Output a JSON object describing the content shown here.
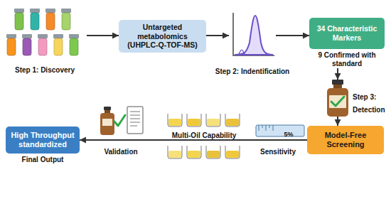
{
  "diagram": {
    "nodes": [
      {
        "text": [
          "Step 1: Discovery"
        ]
      },
      {
        "text": [
          "Untargeted metabolomics (UHPLC-Q-TOF-MS)"
        ]
      },
      {
        "text": [
          "Step 2: Indentification"
        ]
      },
      {
        "text": [
          "34 Characteristic Markers",
          "9 Confirmed with standard"
        ]
      },
      {
        "text": [
          "Step 3: Detection"
        ]
      },
      {
        "text": [
          "Model-Free Screening"
        ]
      },
      {
        "text": [
          "High Throughput standardized",
          "Final Output"
        ]
      }
    ],
    "edges": [
      {
        "from": 0,
        "to": 1,
        "arrow": "to"
      },
      {
        "from": 1,
        "to": 2,
        "arrow": "to"
      },
      {
        "from": 2,
        "to": 3,
        "arrow": "to"
      },
      {
        "from": 3,
        "to": 4,
        "arrow": "to"
      },
      {
        "from": 4,
        "to": 5,
        "arrow": "to"
      },
      {
        "from": 5,
        "to": 6,
        "arrow": "to"
      }
    ],
    "labels": [
      "5%",
      "Sensitivity",
      "Multi-Oil Capability",
      "Validation"
    ]
  }
}
